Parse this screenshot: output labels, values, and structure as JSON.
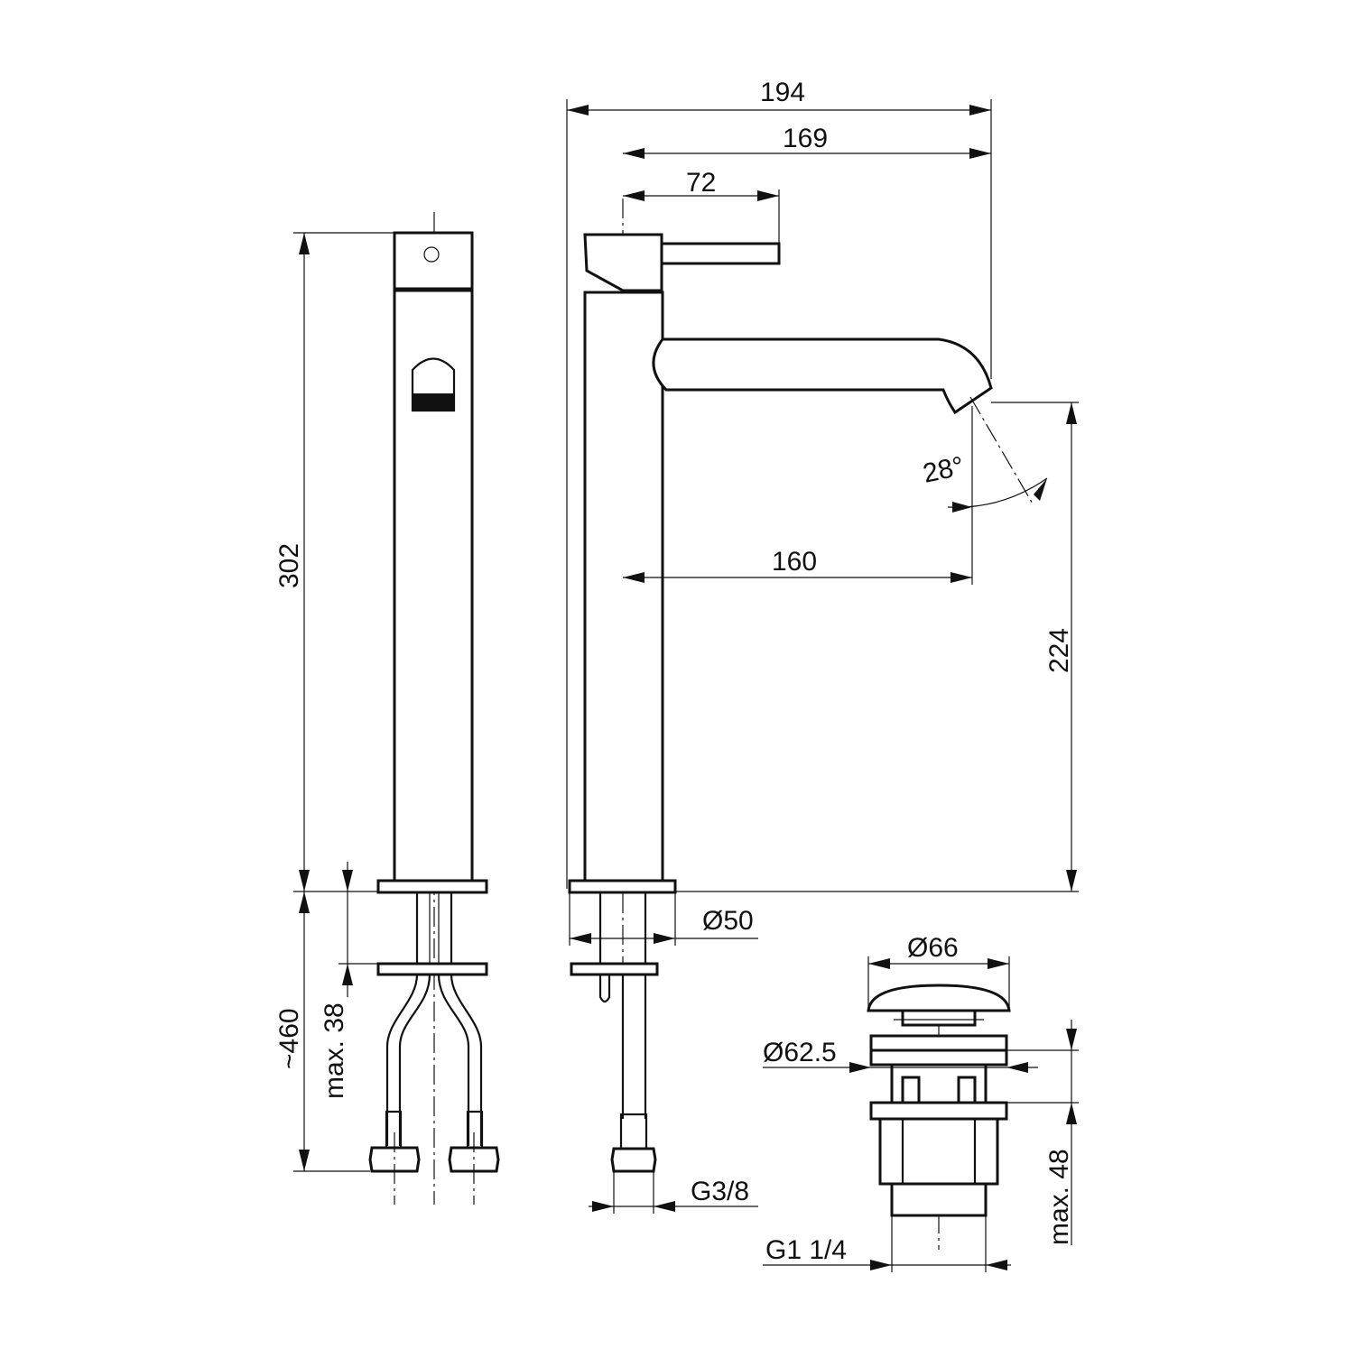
{
  "dimensions": {
    "overall_width": "194",
    "spout_reach_from_axis": "169",
    "lever_length": "72",
    "total_height": "302",
    "spout_outlet_height": "224",
    "outlet_projection": "160",
    "spray_angle": "28°",
    "base_diameter": "Ø50",
    "hose_length": "~460",
    "max_deck_thickness": "max. 38",
    "hose_connection": "G3/8",
    "waste_cap_diameter": "Ø66",
    "waste_flange_diameter": "Ø62.5",
    "waste_max_thickness": "max. 48",
    "waste_thread": "G1 1/4"
  },
  "colors": {
    "line": "#111111",
    "background": "#ffffff"
  }
}
